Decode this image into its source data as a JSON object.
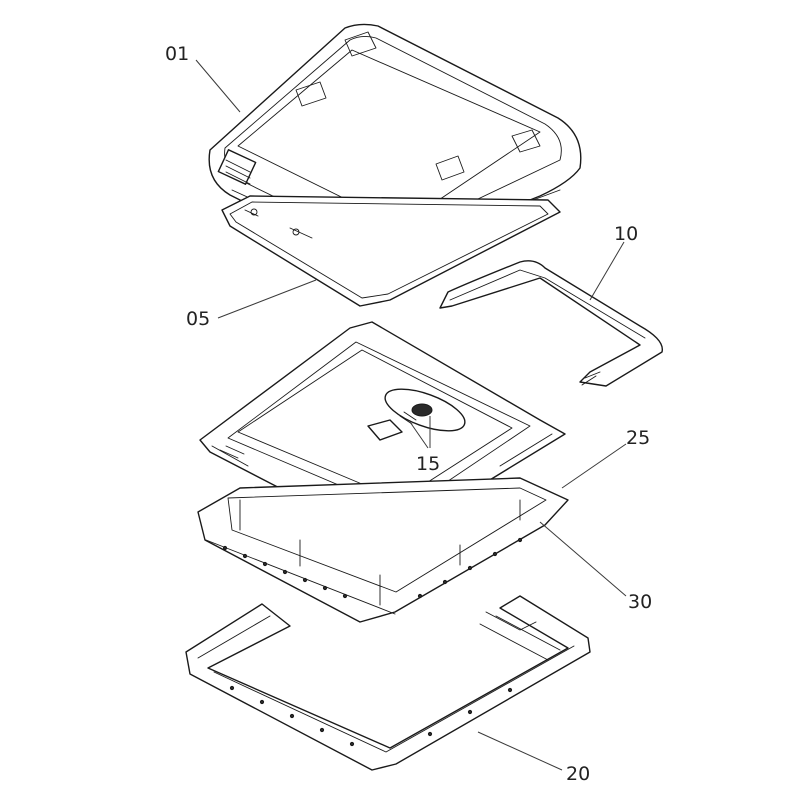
{
  "parts": [
    {
      "id": "01"
    },
    {
      "id": "05"
    },
    {
      "id": "10"
    },
    {
      "id": "15"
    },
    {
      "id": "25"
    },
    {
      "id": "30"
    },
    {
      "id": "20"
    }
  ],
  "colors": {
    "line": "#1a1a1a",
    "background": "#ffffff"
  }
}
